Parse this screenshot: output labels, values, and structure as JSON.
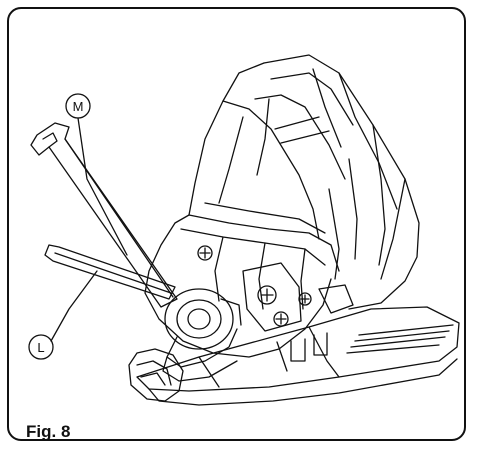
{
  "figure": {
    "caption": "Fig. 8",
    "callouts": [
      {
        "id": "M",
        "label": "M"
      },
      {
        "id": "L",
        "label": "L"
      }
    ]
  },
  "colors": {
    "line": "#111111",
    "background": "#ffffff"
  }
}
